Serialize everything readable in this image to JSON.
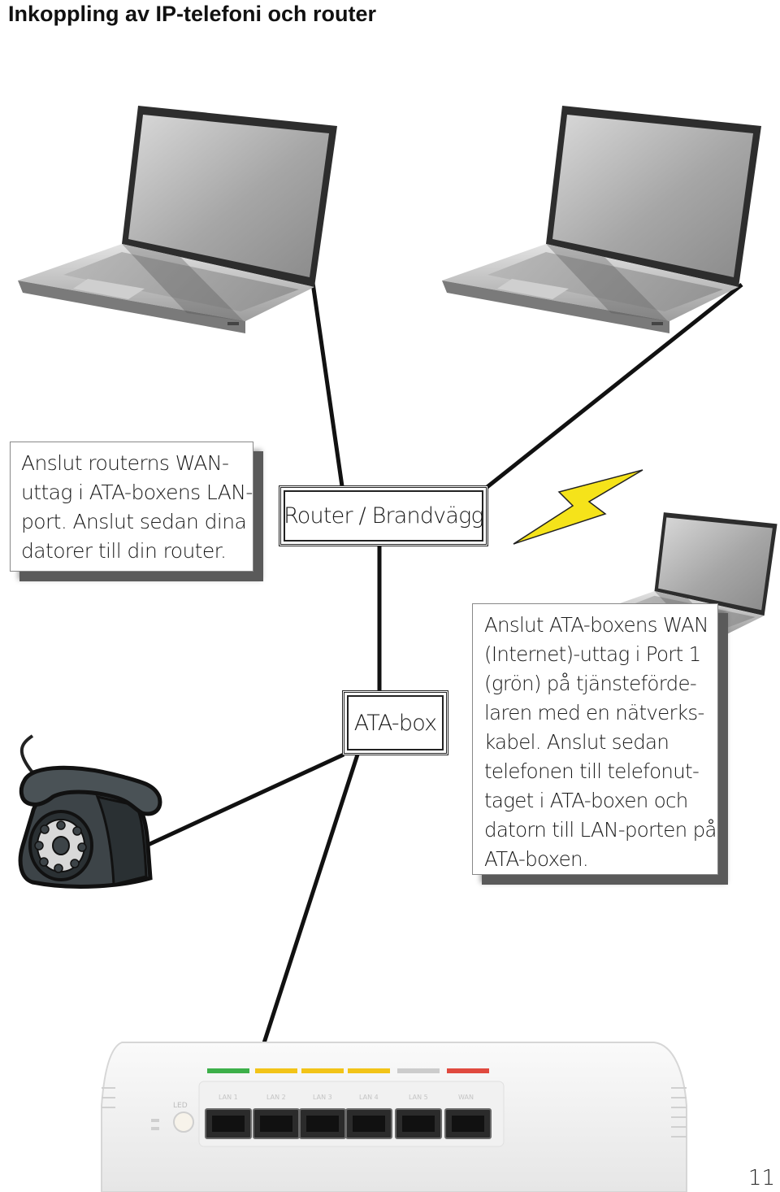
{
  "page": {
    "title": "Inkoppling av IP-telefoni och router",
    "page_number": "11"
  },
  "callouts": {
    "left": "Anslut routerns WAN-\nuttag i ATA-boxens LAN-\nport. Anslut sedan dina\ndatorer till din router.",
    "right": "Anslut ATA-boxens WAN\n(Internet)-uttag i Port 1\n(grön) på tjänsteförde-\nlaren med en nätverks-\nkabel. Anslut sedan\ntelefonen till telefonut-\ntaget i ATA-boxen och\ndatorn till LAN-porten på\nATA-boxen."
  },
  "nodes": {
    "router": "Router / Brandvägg",
    "ata": "ATA-box"
  },
  "device": {
    "led_label": "LED",
    "ports": [
      "LAN 1",
      "LAN 2",
      "LAN 3",
      "LAN 4",
      "LAN 5",
      "WAN"
    ],
    "port_colors": [
      "#3db04a",
      "#f2c418",
      "#f2c418",
      "#f2c418",
      "#cccccc",
      "#e04a3f"
    ]
  },
  "icons": {
    "laptops": [
      "laptop-icon",
      "laptop-icon",
      "laptop-icon"
    ],
    "wireless": "lightning-bolt-icon",
    "phone": "rotary-phone-icon"
  },
  "colors": {
    "bolt": "#f5e31a",
    "cable": "#111111"
  }
}
